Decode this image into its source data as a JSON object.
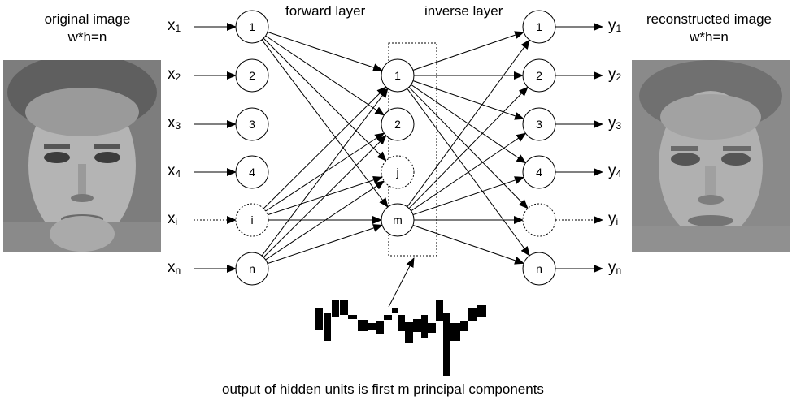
{
  "titles": {
    "original_1": "original image",
    "original_2": "w*h=n",
    "forward": "forward layer",
    "inverse": "inverse layer",
    "reconstructed_1": "reconstructed image",
    "reconstructed_2": "w*h=n",
    "caption": "output of hidden units is first m principal components"
  },
  "inputs": [
    {
      "base": "x",
      "sub": "1"
    },
    {
      "base": "x",
      "sub": "2"
    },
    {
      "base": "x",
      "sub": "3"
    },
    {
      "base": "x",
      "sub": "4"
    },
    {
      "base": "x",
      "sub": "i"
    },
    {
      "base": "x",
      "sub": "n"
    }
  ],
  "outputs": [
    {
      "base": "y",
      "sub": "1"
    },
    {
      "base": "y",
      "sub": "2"
    },
    {
      "base": "y",
      "sub": "3"
    },
    {
      "base": "y",
      "sub": "4"
    },
    {
      "base": "y",
      "sub": "i"
    },
    {
      "base": "y",
      "sub": "n"
    }
  ],
  "input_nodes": [
    "1",
    "2",
    "3",
    "4",
    "i",
    "n"
  ],
  "hidden_nodes": [
    "1",
    "2",
    "j",
    "m"
  ],
  "output_nodes": [
    "1",
    "2",
    "3",
    "4",
    "",
    "n"
  ],
  "colors": {
    "line": "#000000",
    "background": "#ffffff",
    "face_light": "#c8c8c8",
    "face_dark": "#3c3c3c"
  }
}
